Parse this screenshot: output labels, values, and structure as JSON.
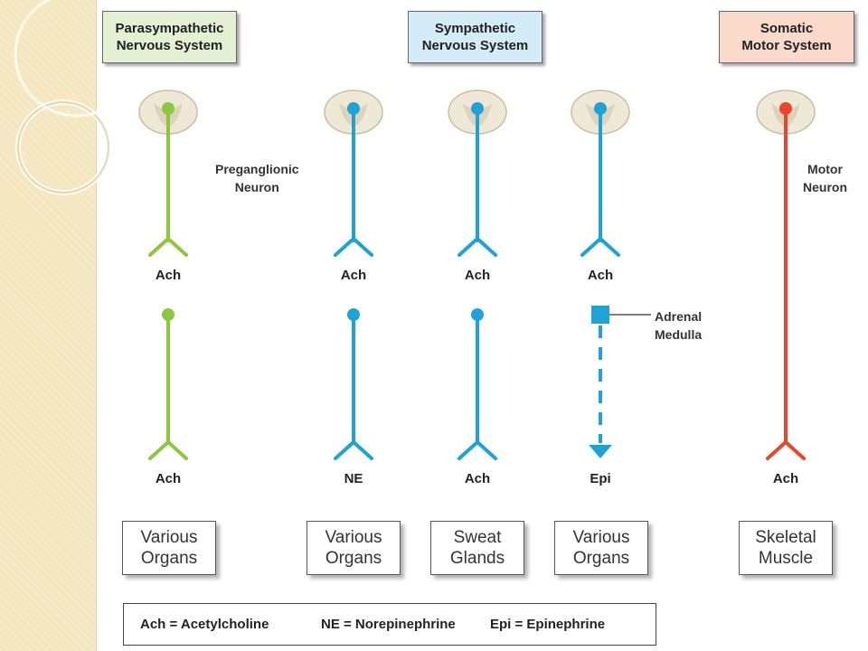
{
  "headers": {
    "parasympathetic": "Parasympathetic\nNervous System",
    "sympathetic": "Sympathetic\nNervous System",
    "somatic": "Somatic\nMotor System"
  },
  "notes": {
    "preganglionic": "Preganglionic\nNeuron",
    "motor": "Motor\nNeuron",
    "adrenal": "Adrenal\nMedulla"
  },
  "columns": [
    {
      "system": "parasympathetic",
      "color": "#8dc63f",
      "top_nt": "Ach",
      "bottom_nt": "Ach",
      "target": "Various\nOrgans"
    },
    {
      "system": "sympathetic",
      "color": "#1fa3d6",
      "top_nt": "Ach",
      "bottom_nt": "NE",
      "target": "Various\nOrgans"
    },
    {
      "system": "sympathetic",
      "color": "#1fa3d6",
      "top_nt": "Ach",
      "bottom_nt": "Ach",
      "target": "Sweat\nGlands"
    },
    {
      "system": "sympathetic",
      "color": "#1fa3d6",
      "top_nt": "Ach",
      "bottom_nt": "Epi",
      "target": "Various\nOrgans"
    },
    {
      "system": "somatic",
      "color": "#e8472e",
      "top_nt": "",
      "bottom_nt": "Ach",
      "target": "Skeletal\nMuscle"
    }
  ],
  "legend": {
    "ach": "Ach = Acetylcholine",
    "ne": "NE = Norepinephrine",
    "epi": "Epi = Epinephrine"
  },
  "colors": {
    "parasympathetic": "#8dc63f",
    "sympathetic": "#1fa3d6",
    "somatic": "#e8472e",
    "header_parasympathetic_bg": "#e4f0d4",
    "header_sympathetic_bg": "#d3ecf8",
    "header_somatic_bg": "#fbd9cb"
  }
}
